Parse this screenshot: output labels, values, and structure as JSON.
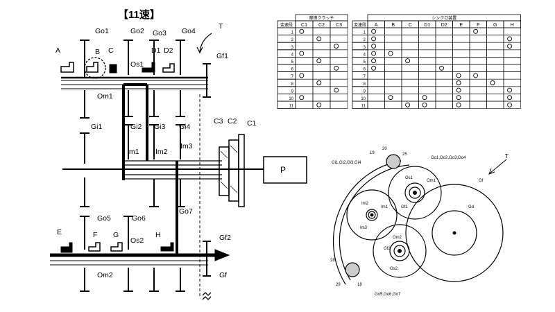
{
  "title": "【11速】",
  "diagram_label": "T",
  "gearbox": {
    "gears_top": [
      "Go1",
      "Go2",
      "Go3",
      "Go4"
    ],
    "clutch_top": [
      "A",
      "B",
      "C",
      "D1",
      "D2"
    ],
    "shafts_top": [
      "Os1",
      "Om1",
      "Gf1"
    ],
    "inner_gears": [
      "Gi1",
      "Gi2",
      "Gi3",
      "Gi4"
    ],
    "inner_shafts": [
      "Im1",
      "Im2",
      "Im3"
    ],
    "clutch_pack": [
      "C3",
      "C2",
      "C1"
    ],
    "power_unit": "P",
    "gears_bottom": [
      "Go5",
      "Go6",
      "Go7"
    ],
    "clutch_bottom": [
      "E",
      "F",
      "G",
      "H"
    ],
    "shafts_bottom": [
      "Os2",
      "Om2",
      "Gf2",
      "Gf"
    ]
  },
  "table_friction": {
    "title": "摩擦クラッチ",
    "row_header": "変速段",
    "columns": [
      "C1",
      "C2",
      "C3"
    ],
    "rows": [
      [
        "C1"
      ],
      [
        "C2"
      ],
      [
        "C3"
      ],
      [
        "C1"
      ],
      [
        "C2"
      ],
      [
        "C3"
      ],
      [
        "C1"
      ],
      [
        "C2"
      ],
      [
        "C3"
      ],
      [
        "C1"
      ],
      [
        "C2"
      ]
    ]
  },
  "table_sync": {
    "title": "シンクロ装置",
    "columns": [
      "A",
      "B",
      "C",
      "D1",
      "D2",
      "E",
      "F",
      "G",
      "H"
    ],
    "rows": [
      [
        "A",
        "F"
      ],
      [
        "A",
        "H"
      ],
      [
        "A",
        "H"
      ],
      [
        "A",
        "B"
      ],
      [
        "A",
        "C"
      ],
      [
        "A",
        "D2"
      ],
      [
        "E",
        "F"
      ],
      [
        "E",
        "G"
      ],
      [
        "E",
        "H"
      ],
      [
        "B",
        "D1",
        "E",
        "H"
      ],
      [
        "C",
        "D1",
        "E",
        "H"
      ]
    ]
  },
  "layout_diagram": {
    "label": "T",
    "numbers": [
      "19",
      "20",
      "25",
      "28",
      "29",
      "18"
    ],
    "group_labels": [
      "Gi1,Gi2,Gi3,Gi4",
      "Go1,Go2,Go3,Go4",
      "Go5,Go6,Go7"
    ],
    "circle_labels": [
      "Os1",
      "Om1",
      "Gf1",
      "Gf",
      "Gd",
      "Im2",
      "Im1",
      "Im3",
      "Om2",
      "Gf2",
      "Os2"
    ]
  }
}
